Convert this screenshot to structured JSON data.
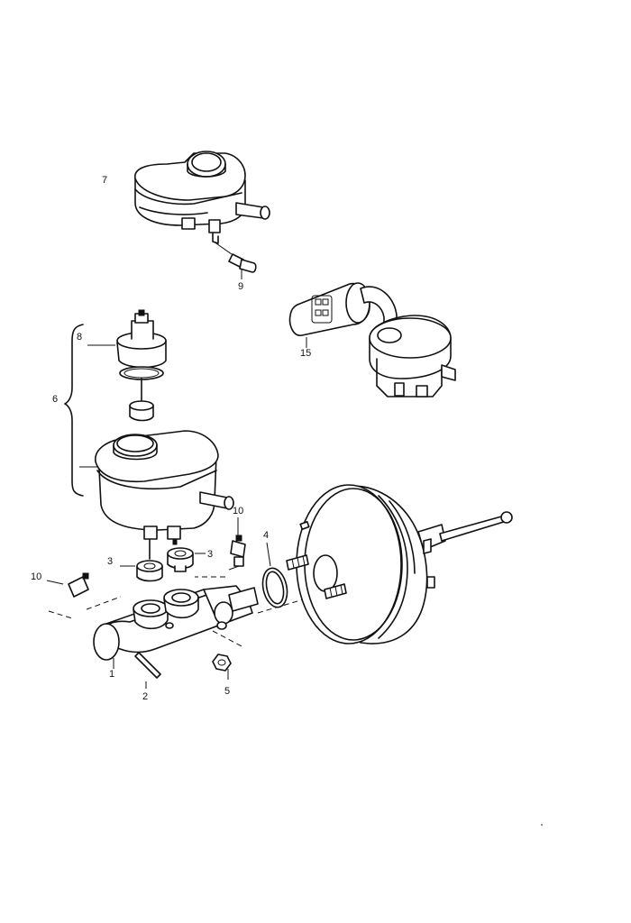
{
  "diagram": {
    "callouts": {
      "c1": "1",
      "c2": "2",
      "c3a": "3",
      "c3b": "3",
      "c4": "4",
      "c5": "5",
      "c6": "6",
      "c7": "7",
      "c8": "8",
      "c9": "9",
      "c10a": "10",
      "c10b": "10",
      "c15": "15"
    }
  }
}
